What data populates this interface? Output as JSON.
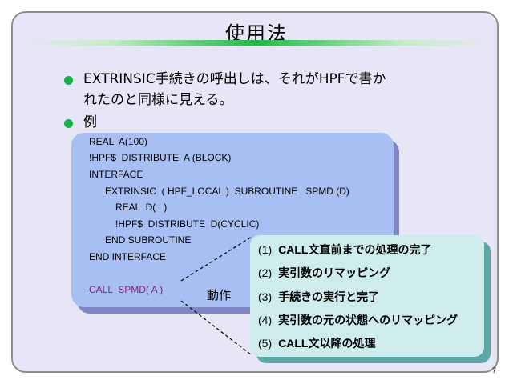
{
  "slide": {
    "title": "使用法",
    "bullets": [
      {
        "lines": [
          "EXTRINSIC手続きの呼出しは、それがHPFで書か",
          "れたのと同様に見える。"
        ]
      },
      {
        "lines": [
          "例"
        ]
      }
    ],
    "code_lines": [
      "REAL  A(100)",
      "!HPF$  DISTRIBUTE  A (BLOCK)",
      "INTERFACE",
      "EXTRINSIC  ( HPF_LOCAL )  SUBROUTINE   SPMD (D)",
      "REAL  D( : )",
      "!HPF$  DISTRIBUTE  D(CYCLIC)",
      "END SUBROUTINE",
      "END INTERFACE"
    ],
    "call_line": "CALL  SPMD( A )",
    "motion_label": "動作",
    "steps": [
      {
        "num": "(1)",
        "label": "CALL文直前までの処理の完了"
      },
      {
        "num": "(2)",
        "label": "実引数のリマッピング"
      },
      {
        "num": "(3)",
        "label": "手続きの実行と完了"
      },
      {
        "num": "(4)",
        "label": "実引数の元の状態へのリマッピング"
      },
      {
        "num": "(5)",
        "label": "CALL文以降の処理"
      }
    ],
    "page_number": "7",
    "colors": {
      "background": "#e6e6f6",
      "bullet": "#18b24a",
      "code_box": "#a7bff3",
      "steps_box": "#cdeceb",
      "call_text": "#8a1e7e"
    }
  }
}
